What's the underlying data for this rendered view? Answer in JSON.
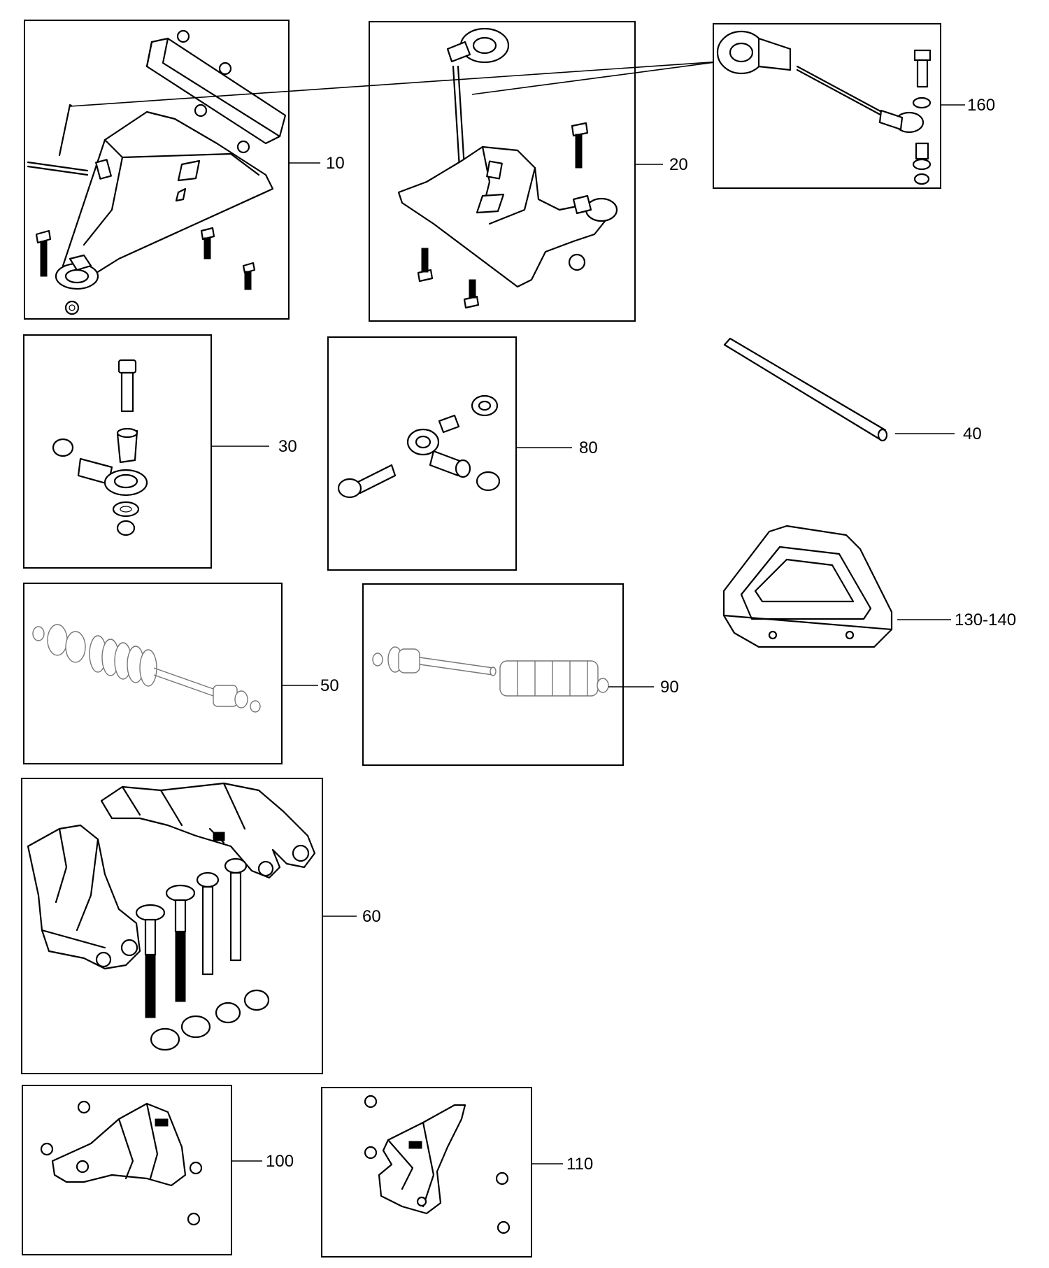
{
  "callouts": {
    "p10": "10",
    "p20": "20",
    "p160": "160",
    "p30": "30",
    "p80": "80",
    "p40": "40",
    "p130": "130-140",
    "p50": "50",
    "p90": "90",
    "p60": "60",
    "p100": "100",
    "p110": "110"
  }
}
